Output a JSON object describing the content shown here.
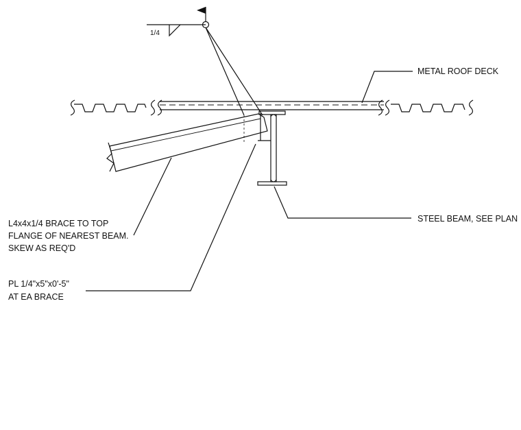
{
  "weld_symbol": {
    "size": "1/4"
  },
  "labels": {
    "deck": "METAL ROOF DECK",
    "beam": "STEEL BEAM, SEE PLAN",
    "brace_line1": "L4x4x1/4 BRACE TO TOP",
    "brace_line2": "FLANGE OF NEAREST BEAM.",
    "brace_line3": "SKEW AS REQ'D",
    "plate_line1": "PL 1/4\"x5\"x0'-5\"",
    "plate_line2": "AT EA BRACE"
  },
  "colors": {
    "ink": "#111111",
    "paper": "#ffffff"
  }
}
